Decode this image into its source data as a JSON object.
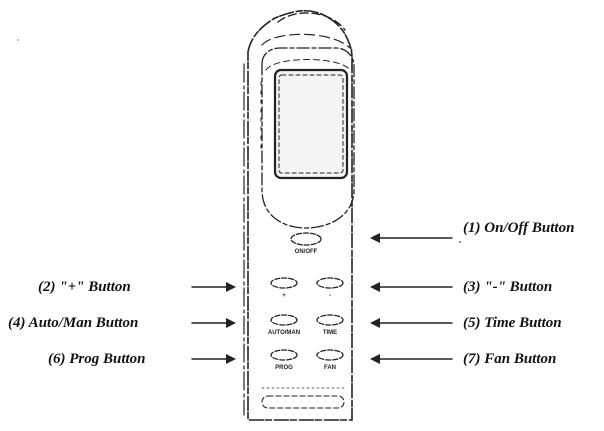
{
  "callouts": {
    "on_off": "(1) On/Off Button",
    "plus": "(2) \"+\" Button",
    "minus": "(3) \"-\" Button",
    "auto_man": "(4) Auto/Man Button",
    "time": "(5) Time Button",
    "prog": "(6) Prog Button",
    "fan": "(7) Fan Button"
  },
  "remote_labels": {
    "on_off": "ON/OFF",
    "auto_man": "AUTO/MAN",
    "time": "TIME",
    "prog": "PROG",
    "fan": "FAN",
    "plus": "+",
    "minus": "-"
  },
  "colors": {
    "ink": "#222222",
    "text": "#111111"
  }
}
